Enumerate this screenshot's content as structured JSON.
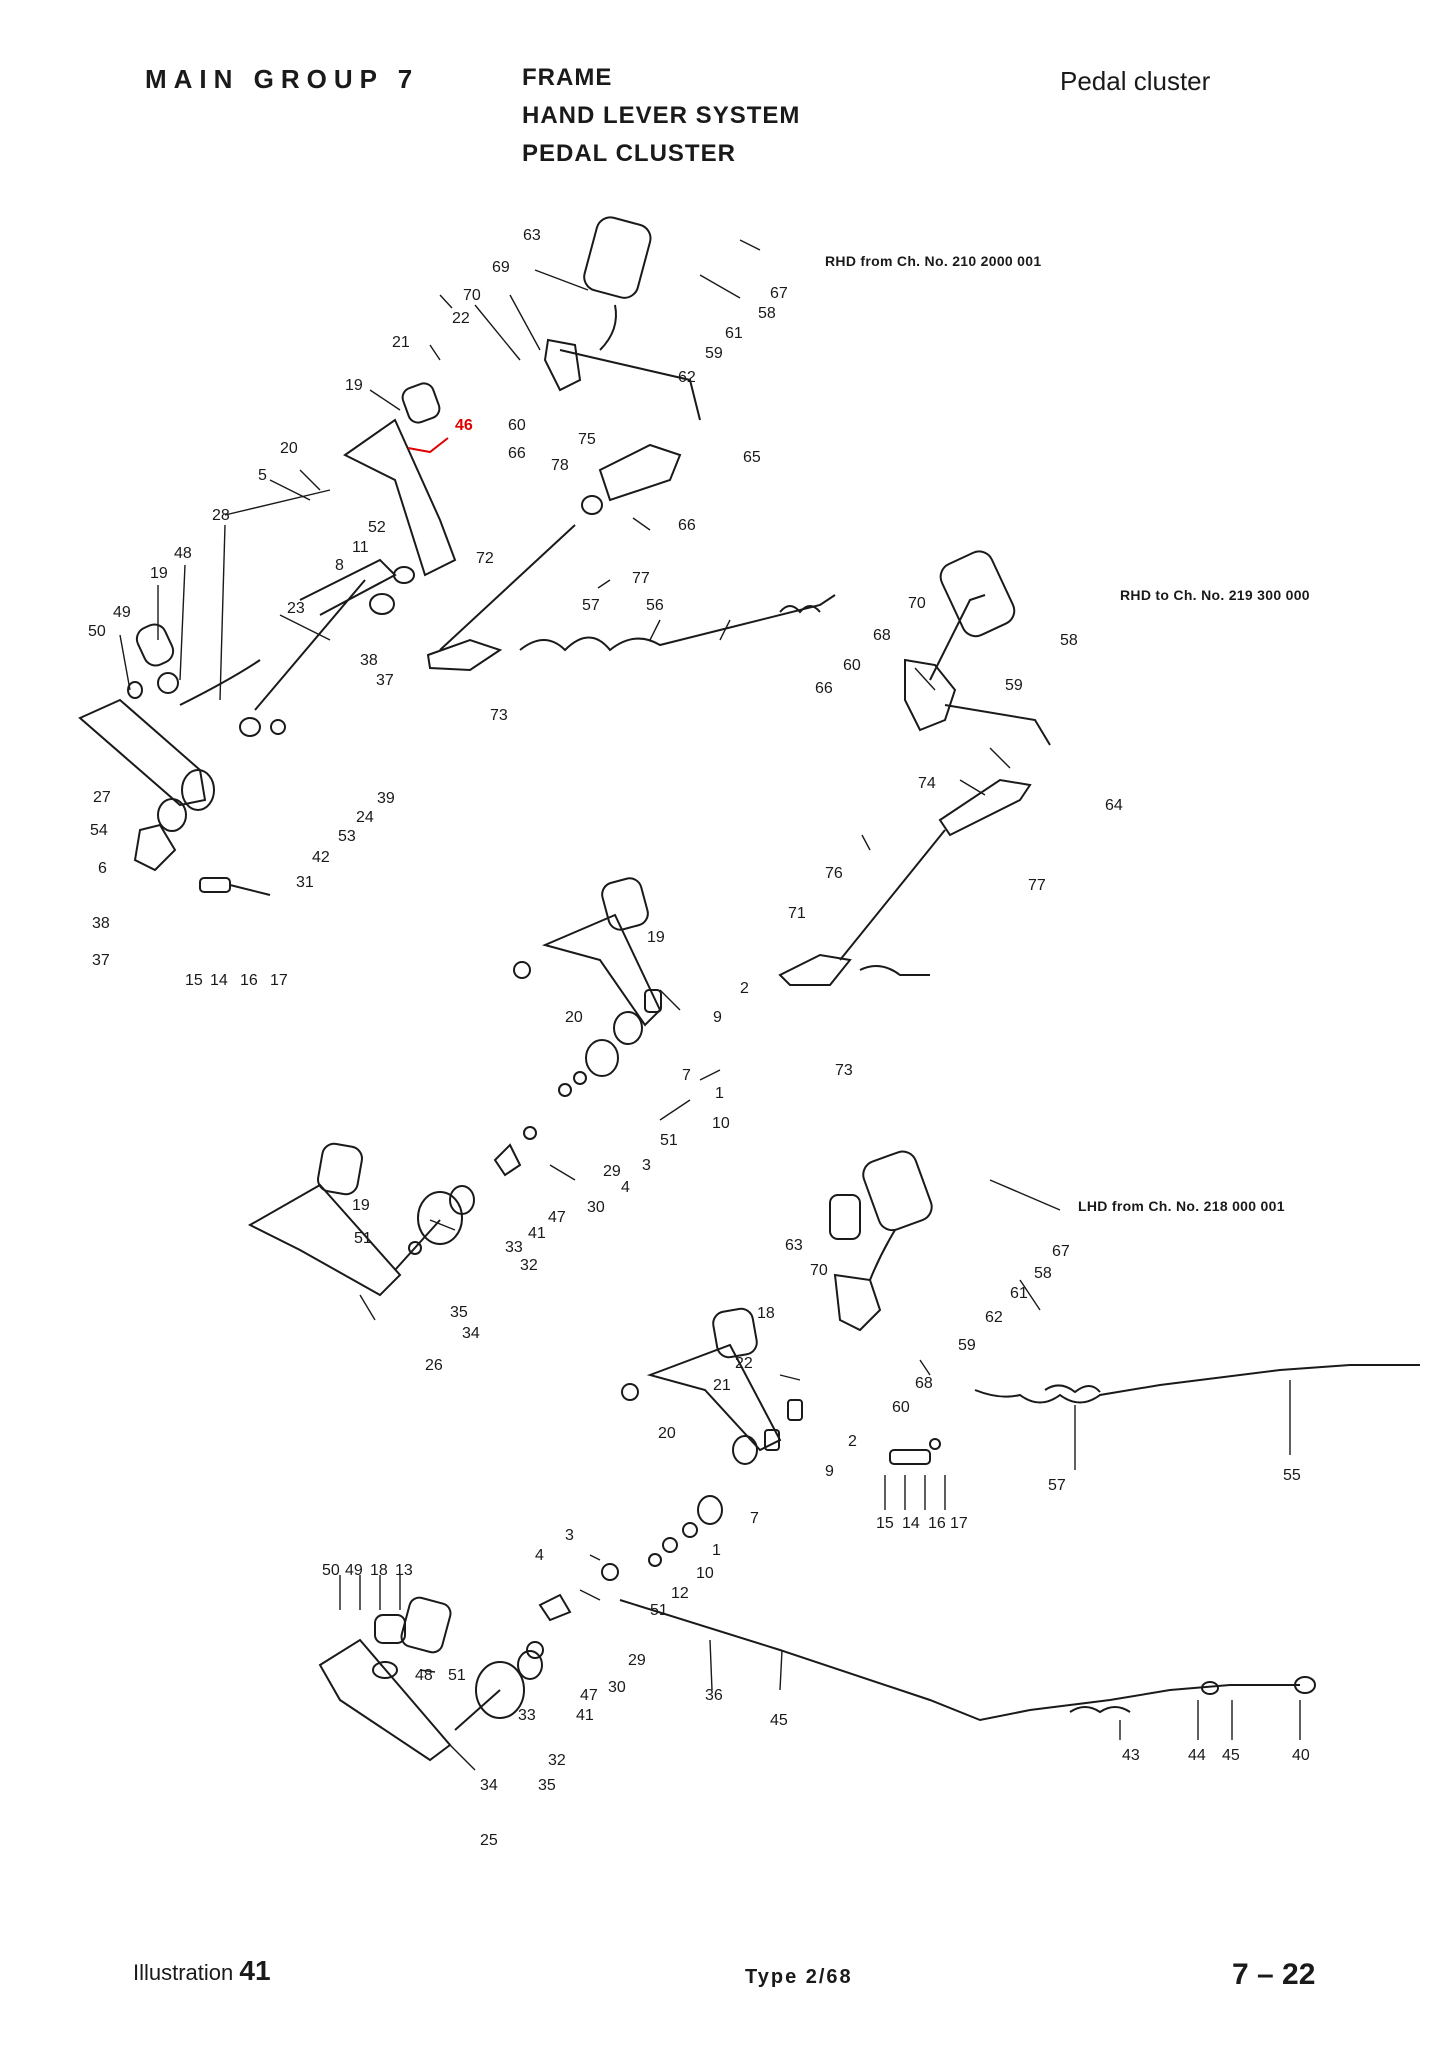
{
  "header": {
    "main_group": "MAIN GROUP 7",
    "lines": [
      "FRAME",
      "HAND LEVER SYSTEM",
      "PEDAL CLUSTER"
    ],
    "section": "Pedal cluster"
  },
  "variants": {
    "rhd_from": "RHD from Ch. No. 210 2000 001",
    "rhd_to": "RHD to Ch. No. 219 300 000",
    "lhd_from": "LHD from Ch. No. 218 000 001"
  },
  "footer": {
    "illustration_label": "Illustration",
    "illustration_number": "41",
    "type": "Type 2/68",
    "page": "7 – 22"
  },
  "colors": {
    "ink": "#1a1a1a",
    "highlight": "#e00000"
  },
  "labels_top_left": [
    "22",
    "21",
    "19",
    "46",
    "20",
    "5",
    "28",
    "48",
    "19",
    "52",
    "11",
    "8",
    "49",
    "50",
    "23",
    "38",
    "37",
    "27",
    "39",
    "24",
    "53",
    "42",
    "54",
    "6",
    "31",
    "38",
    "37",
    "15",
    "14",
    "16",
    "17"
  ],
  "labels_top_middle": [
    "63",
    "67",
    "69",
    "58",
    "70",
    "61",
    "59",
    "62",
    "60",
    "66",
    "65",
    "75",
    "78",
    "66",
    "72",
    "77",
    "57",
    "56",
    "73"
  ],
  "labels_right_middle": [
    "70",
    "58",
    "68",
    "59",
    "60",
    "66",
    "64",
    "74",
    "77",
    "76",
    "71",
    "73"
  ],
  "labels_center": [
    "19",
    "2",
    "20",
    "9",
    "7",
    "1",
    "10",
    "51",
    "3",
    "4",
    "29",
    "30",
    "47",
    "41",
    "33",
    "32",
    "19",
    "51",
    "35",
    "34",
    "26"
  ],
  "labels_lhd": [
    "63",
    "67",
    "58",
    "70",
    "61",
    "62",
    "59",
    "18",
    "22",
    "68",
    "60",
    "21",
    "20",
    "2",
    "9",
    "7",
    "1",
    "10",
    "12",
    "51",
    "3",
    "4",
    "29",
    "30",
    "47",
    "41",
    "33",
    "32",
    "35",
    "34",
    "25",
    "50",
    "49",
    "18",
    "13",
    "48",
    "51",
    "36",
    "45",
    "43",
    "44",
    "45",
    "40",
    "57",
    "55",
    "15",
    "14",
    "16",
    "17"
  ]
}
